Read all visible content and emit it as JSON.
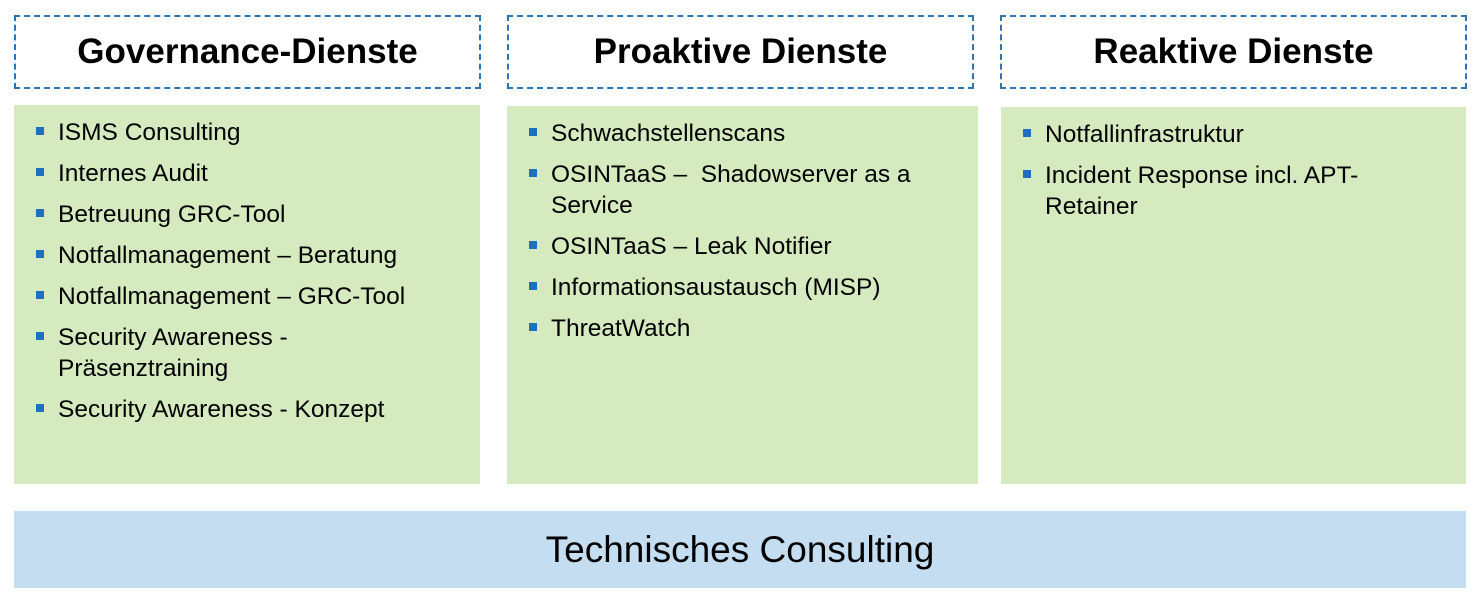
{
  "columns": [
    {
      "title": "Governance-Dienste",
      "items": [
        "ISMS Consulting",
        "Internes Audit",
        "Betreuung GRC-Tool",
        "Notfallmanagement – Beratung",
        "Notfallmanagement – GRC-Tool",
        "Security Awareness - Präsenztraining",
        "Security Awareness - Konzept"
      ]
    },
    {
      "title": "Proaktive Dienste",
      "items": [
        "Schwachstellenscans",
        "OSINTaaS –  Shadowserver as a Service",
        "OSINTaaS – Leak Notifier",
        "Informationsaustausch (MISP)",
        "ThreatWatch"
      ]
    },
    {
      "title": "Reaktive Dienste",
      "items": [
        "Notfallinfrastruktur",
        "Incident Response incl. APT-Retainer"
      ]
    }
  ],
  "footer": {
    "label": "Technisches Consulting"
  },
  "colors": {
    "header_border": "#2e74b5",
    "column_fill": "#d6eac0",
    "bullet": "#1f6fc0",
    "footer_fill": "#c5ddf0"
  }
}
